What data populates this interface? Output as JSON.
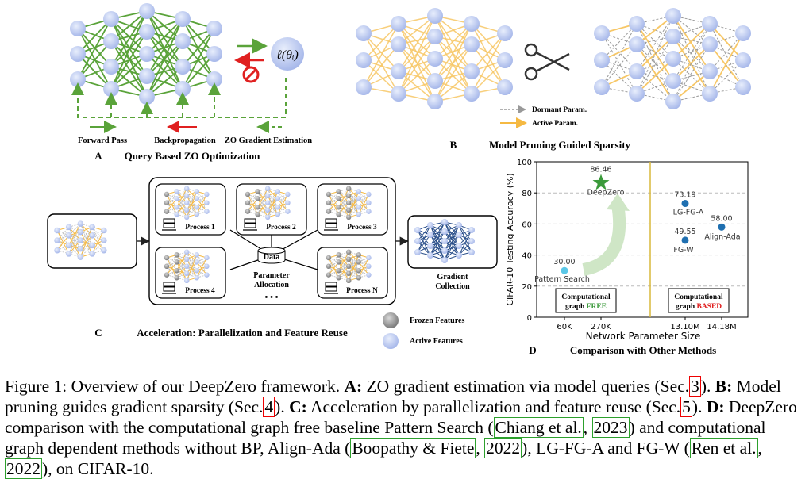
{
  "panel_a": {
    "letter": "A",
    "title": "Query Based ZO Optimization",
    "loss_label": "ℓ(θᵢ)",
    "legend": [
      "Forward Pass",
      "Backpropagation",
      "ZO Gradient Estimation"
    ]
  },
  "panel_b": {
    "letter": "B",
    "title": "Model Pruning Guided Sparsity",
    "legend": [
      "Dormant Param.",
      "Active Param."
    ]
  },
  "panel_c": {
    "letter": "C",
    "title": "Acceleration: Parallelization and Feature Reuse",
    "processes": [
      "Process 1",
      "Process 2",
      "Process 3",
      "Process 4",
      "Process N"
    ],
    "data_label": "Data",
    "param_alloc": [
      "Parameter",
      "Allocation"
    ],
    "ellipsis": "• • •",
    "grad_collection": [
      "Gradient",
      "Collection"
    ],
    "legend": [
      "Frozen Features",
      "Active Features"
    ]
  },
  "panel_d": {
    "letter": "D",
    "title": "Comparison with Other Methods",
    "free_box": [
      "Computational",
      "graph ",
      "FREE"
    ],
    "based_box": [
      "Computational",
      "graph ",
      "BASED"
    ]
  },
  "chart_data": {
    "type": "scatter",
    "xlabel": "Network Parameter Size",
    "ylabel": "CIFAR-10 Testing Accuracy (%)",
    "ylim": [
      0,
      100
    ],
    "yticks": [
      0,
      20,
      40,
      60,
      80,
      100
    ],
    "xtick_labels": [
      "60K",
      "270K",
      "13.10M",
      "14.18M"
    ],
    "grid": true,
    "points": [
      {
        "name": "Pattern Search",
        "x": "60K",
        "y": 30.0,
        "label": "30.00",
        "color": "#5bc8e8"
      },
      {
        "name": "DeepZero",
        "x": "270K",
        "y": 86.46,
        "label": "86.46",
        "color": "#3a9a3a",
        "marker": "star"
      },
      {
        "name": "LG-FG-A",
        "x": "13.10M",
        "y": 73.19,
        "label": "73.19",
        "color": "#1f6fb0"
      },
      {
        "name": "FG-W",
        "x": "13.10M",
        "y": 49.55,
        "label": "49.55",
        "color": "#1f6fb0"
      },
      {
        "name": "Align-Ada",
        "x": "14.18M",
        "y": 58.0,
        "label": "58.00",
        "color": "#1f6fb0"
      }
    ]
  },
  "caption": {
    "fig": "Figure 1:",
    "text1": "  Overview of our DeepZero framework. ",
    "a": "A:",
    "text_a": " ZO gradient estimation via model queries (Sec.",
    "sec_a": "3",
    "text_a2": "). ",
    "b": "B:",
    "text_b": " Model pruning guides gradient sparsity (Sec.",
    "sec_b": "4",
    "text_b2": "). ",
    "c": "C:",
    "text_c": " Acceleration by parallelization and feature reuse (Sec.",
    "sec_c": "5",
    "text_c2": "). ",
    "d": "D:",
    "text_d": " DeepZero comparison with the computational graph free baseline Pattern Search (",
    "ref1": "Chiang et al.",
    "ref1y": "2023",
    "text_d2": ") and computational graph dependent methods without BP, Align-Ada (",
    "ref2": "Boopathy & Fiete",
    "ref2y": "2022",
    "text_d3": "), LG-FG-A and FG-W (",
    "ref3": "Ren et al.",
    "ref3y": "2022",
    "text_d4": "), on CIFAR-10."
  }
}
